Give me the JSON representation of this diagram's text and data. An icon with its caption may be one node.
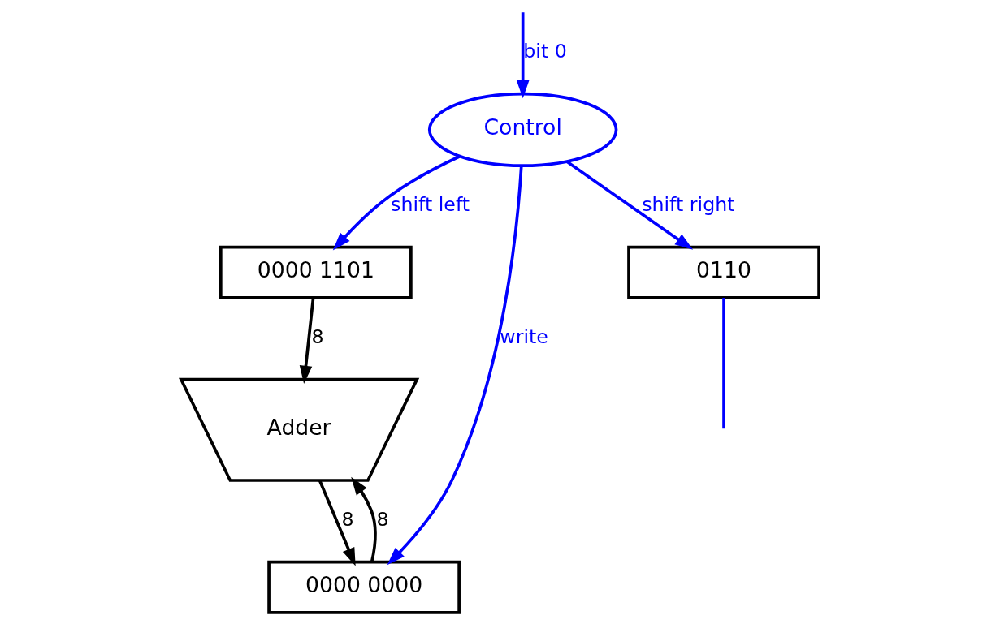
{
  "diagram": {
    "nodes": [
      {
        "text": [
          "0000 1101"
        ]
      },
      {
        "text": [
          "Adder"
        ]
      },
      {
        "text": [
          "0000 0000"
        ]
      },
      {
        "text": [
          "Control"
        ]
      },
      {
        "text": [
          "0110"
        ]
      }
    ],
    "edges": [
      {
        "from": 0,
        "to": 1,
        "arrow": "to",
        "label": "8",
        "color": "#000000"
      },
      {
        "from": 1,
        "to": 2,
        "arrow": "to",
        "label": "8",
        "color": "#000000"
      },
      {
        "from": 2,
        "to": 1,
        "arrow": "to",
        "label": "8",
        "color": "#000000"
      },
      {
        "from": 3,
        "to": 0,
        "arrow": "to",
        "label": "shift left",
        "color": "#0000ff"
      },
      {
        "from": 3,
        "to": 4,
        "arrow": "to",
        "label": "shift right",
        "color": "#0000ff"
      },
      {
        "from": 3,
        "to": 2,
        "arrow": "to",
        "label": "write",
        "color": "#0000ff"
      },
      {
        "from": 4,
        "to": null,
        "arrow": "none",
        "color": "#0000ff"
      },
      {
        "from": null,
        "to": 3,
        "arrow": "to",
        "label": "bit 0",
        "color": "#0000ff"
      }
    ]
  }
}
